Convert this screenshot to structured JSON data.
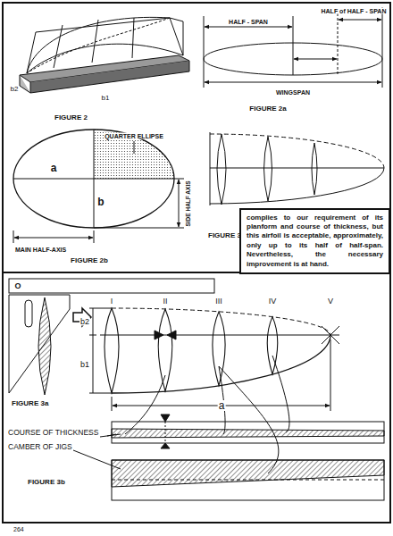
{
  "diagram": {
    "nodes": [
      {
        "text": [
          "complies to our requirement of its planform and course of thickness, but this airfoil is acceptable, approximately, only up to its half of half-span. Nevertheless, the necessary improvement is at hand."
        ]
      }
    ],
    "labels": [
      "FIGURE 2",
      "b2",
      "b1",
      "HALF - SPAN",
      "HALF of HALF - SPAN",
      "WINGSPAN",
      "FIGURE 2a",
      "QUARTER ELLIPSE",
      "a",
      "b",
      "SIDE HALF AXIS",
      "MAIN HALF-AXIS",
      "FIGURE 2b",
      "FIGURE 3",
      "O",
      "I",
      "II",
      "III",
      "IV",
      "V",
      "b2",
      "b1",
      "a",
      "FIGURE 3a",
      "COURSE OF THICKNESS",
      "CAMBER OF JIGS",
      "FIGURE 3b",
      "264"
    ]
  }
}
